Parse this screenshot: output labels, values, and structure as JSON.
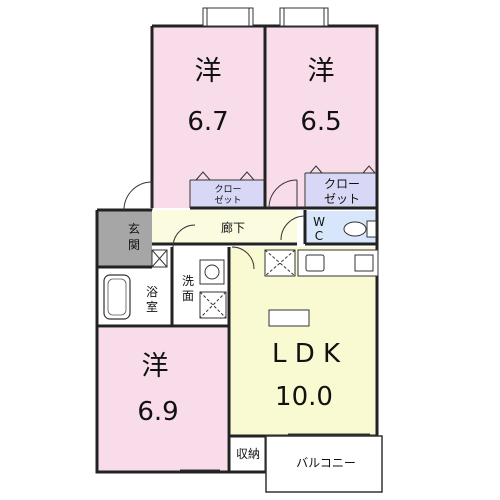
{
  "colors": {
    "western_room": "#f8dcea",
    "ldk": "#fafad2",
    "closet": "#d8d8f6",
    "wc": "#d8e6fb",
    "genkan": "#a6a6a6",
    "corridor": "#fbfbe0",
    "bath": "#ffffff",
    "wall": "#222222"
  },
  "rooms": {
    "western1": {
      "kind": "洋",
      "size": "6.7"
    },
    "western2": {
      "kind": "洋",
      "size": "6.5"
    },
    "western3": {
      "kind": "洋",
      "size": "6.9"
    },
    "ldk": {
      "kind": "L D K",
      "size": "10.0"
    }
  },
  "labels": {
    "closet1": [
      "クロー",
      "ゼット"
    ],
    "closet2": [
      "クロー",
      "ゼット"
    ],
    "corridor": "廊下",
    "genkan": [
      "玄",
      "関"
    ],
    "wc": [
      "W",
      "C"
    ],
    "bath": [
      "浴",
      "室"
    ],
    "washroom": [
      "洗",
      "面"
    ],
    "storage": "収納",
    "balcony": "バルコニー"
  }
}
